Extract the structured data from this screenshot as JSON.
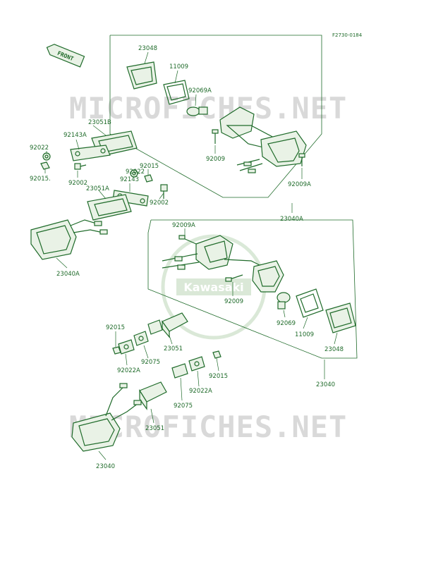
{
  "figure_ref": "F2730-0184",
  "front_label": "FRONT",
  "watermark_text": "MICROFICHES.NET",
  "logo_text": "Kawasaki",
  "colors": {
    "line": "#1f6b2a",
    "fill": "#e9f2e6",
    "watermark": "#d9d9d9"
  },
  "parts": {
    "p23048_a": "23048",
    "p11009_a": "11009",
    "p92069a": "92069A",
    "p92009_a": "92009",
    "p92009a_a": "92009A",
    "p23040a_a": "23040A",
    "p23051b": "23051B",
    "p92143a": "92143A",
    "p92022_a": "92022",
    "p92015_a": "92015.",
    "p92002_a": "92002",
    "p92022_b": "92022",
    "p92015_b": "92015",
    "p92143": "92143",
    "p23051a": "23051A",
    "p92002_b": "92002",
    "p23040a_b": "23040A",
    "p92009a_b": "92009A",
    "p92009_b": "92009",
    "p92069": "92069",
    "p11009_b": "11009",
    "p23048_b": "23048",
    "p23040_a": "23040",
    "p92015_c": "92015",
    "p92022a_a": "92022A",
    "p92075_a": "92075",
    "p23051_a": "23051",
    "p92015_d": "92015",
    "p92022a_b": "92022A",
    "p92075_b": "92075",
    "p23051_b": "23051",
    "p23040_b": "23040"
  }
}
